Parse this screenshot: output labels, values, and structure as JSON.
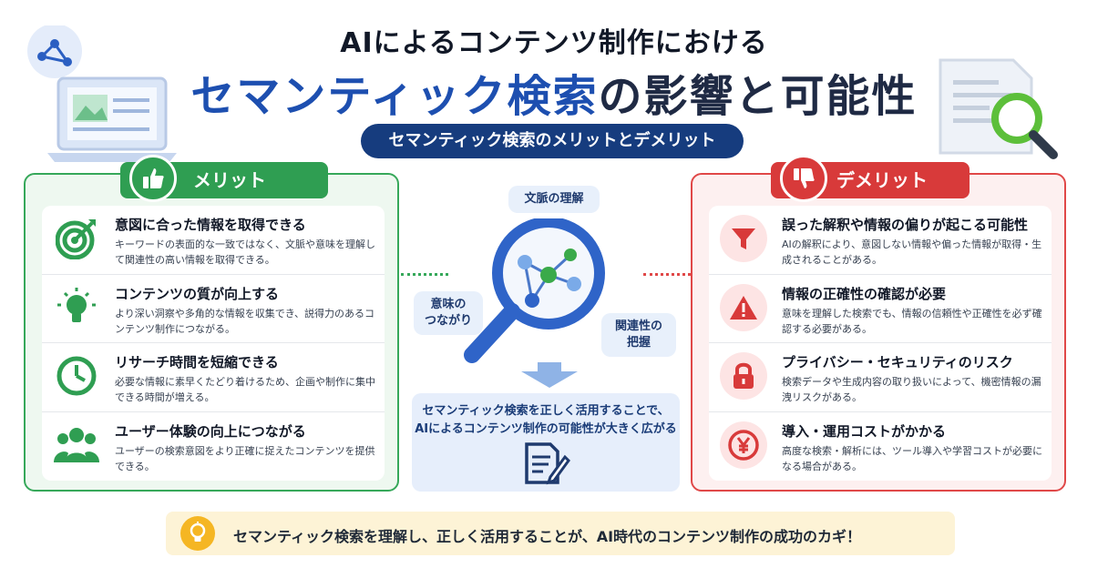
{
  "header": {
    "title_line1": "AIによるコンテンツ制作における",
    "title_highlight": "セマンティック検索",
    "title_rest": "の影響と可能性",
    "subtitle_pill": "セマンティック検索のメリットとデメリット"
  },
  "merit": {
    "heading": "メリット",
    "items": [
      {
        "icon": "target-icon",
        "title": "意図に合った情報を取得できる",
        "desc": "キーワードの表面的な一致ではなく、文脈や意味を理解して関連性の高い情報を取得できる。"
      },
      {
        "icon": "lightbulb-icon",
        "title": "コンテンツの質が向上する",
        "desc": "より深い洞察や多角的な情報を収集でき、説得力のあるコンテンツ制作につながる。"
      },
      {
        "icon": "clock-icon",
        "title": "リサーチ時間を短縮できる",
        "desc": "必要な情報に素早くたどり着けるため、企画や制作に集中できる時間が増える。"
      },
      {
        "icon": "users-icon",
        "title": "ユーザー体験の向上につながる",
        "desc": "ユーザーの検索意図をより正確に捉えたコンテンツを提供できる。"
      }
    ]
  },
  "demerit": {
    "heading": "デメリット",
    "items": [
      {
        "icon": "funnel-icon",
        "title": "誤った解釈や情報の偏りが起こる可能性",
        "desc": "AIの解釈により、意図しない情報や偏った情報が取得・生成されることがある。"
      },
      {
        "icon": "warning-icon",
        "title": "情報の正確性の確認が必要",
        "desc": "意味を理解した検索でも、情報の信頼性や正確性を必ず確認する必要がある。"
      },
      {
        "icon": "lock-icon",
        "title": "プライバシー・セキュリティのリスク",
        "desc": "検索データや生成内容の取り扱いによって、機密情報の漏洩リスクがある。"
      },
      {
        "icon": "yen-icon",
        "title": "導入・運用コストがかかる",
        "desc": "高度な検索・解析には、ツール導入や学習コストが必要になる場合がある。"
      }
    ]
  },
  "center": {
    "bubble_context": "文脈の理解",
    "bubble_meaning": "意味の\nつながり",
    "bubble_relevance": "関連性の\n把握",
    "summary_line1": "セマンティック検索を正しく活用することで、",
    "summary_line2": "AIによるコンテンツ制作の可能性が大きく広がる"
  },
  "footer": {
    "text": "セマンティック検索を理解し、正しく活用することが、AI時代のコンテンツ制作の成功のカギ！"
  },
  "colors": {
    "merit_green": "#2f9e52",
    "demerit_red": "#d83a3a",
    "title_blue": "#1d4fb0",
    "pill_navy": "#163c7e",
    "footer_bg": "#fdf3d6"
  }
}
